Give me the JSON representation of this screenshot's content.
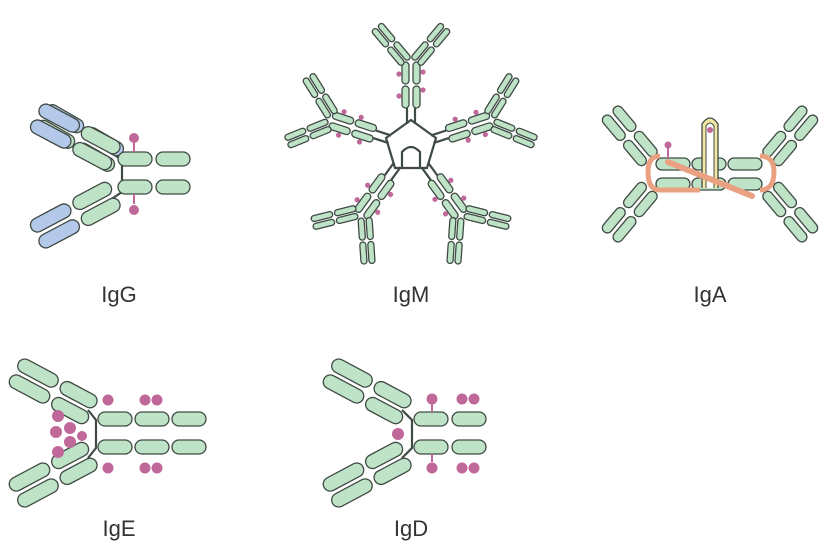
{
  "labels": {
    "igg": "IgG",
    "igm": "IgM",
    "iga": "IgA",
    "ige": "IgE",
    "igd": "IgD"
  },
  "colors": {
    "heavy_chain": "#bfe3c7",
    "light_chain_igg": "#b4c9ea",
    "outline": "#3f4a44",
    "carbohydrate": "#c0689a",
    "j_chain": "#e9a182",
    "secretory_component": "#f3e7a3",
    "text": "#333333"
  }
}
